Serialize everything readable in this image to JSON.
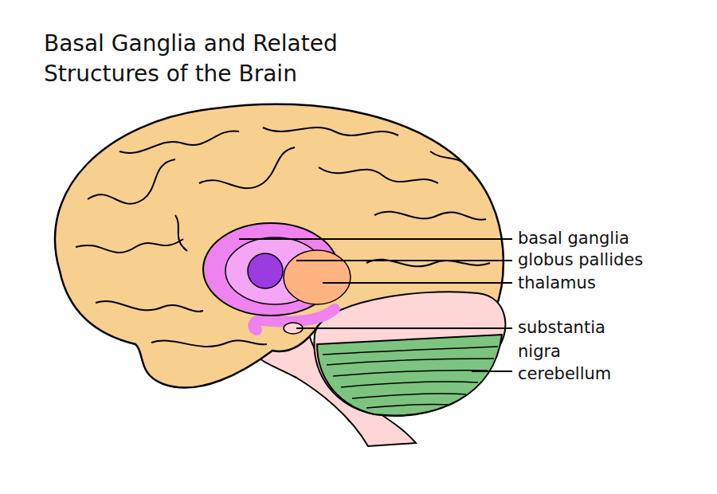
{
  "diagram": {
    "title": "Basal Ganglia and Related Structures of the Brain",
    "labels": [
      "basal ganglia",
      "globus pallides",
      "thalamus",
      "substantia nigra",
      "cerebellum"
    ]
  }
}
